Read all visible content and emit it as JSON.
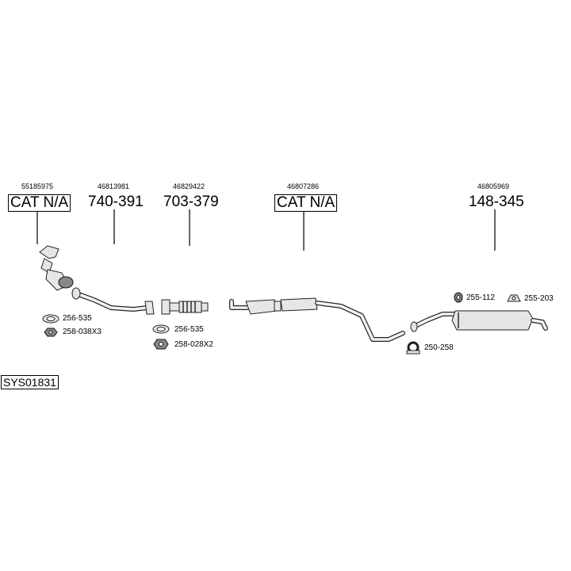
{
  "parts": [
    {
      "oem": "55185975",
      "part_no": "CAT N/A",
      "boxed": true
    },
    {
      "oem": "46813981",
      "part_no": "740-391",
      "boxed": false
    },
    {
      "oem": "46829422",
      "part_no": "703-379",
      "boxed": false
    },
    {
      "oem": "46807286",
      "part_no": "CAT N/A",
      "boxed": true
    },
    {
      "oem": "46805969",
      "part_no": "148-345",
      "boxed": false
    }
  ],
  "accessories": [
    {
      "code": "256-535",
      "icon": "gasket-ring-icon"
    },
    {
      "code": "258-038X3",
      "icon": "nut-icon"
    },
    {
      "code": "256-535",
      "icon": "gasket-ring-icon"
    },
    {
      "code": "258-028X2",
      "icon": "nut-icon"
    },
    {
      "code": "255-112",
      "icon": "rubber-hanger-icon"
    },
    {
      "code": "255-203",
      "icon": "rubber-mount-icon"
    },
    {
      "code": "250-258",
      "icon": "pipe-clamp-icon"
    }
  ],
  "system_id": "SYS01831"
}
